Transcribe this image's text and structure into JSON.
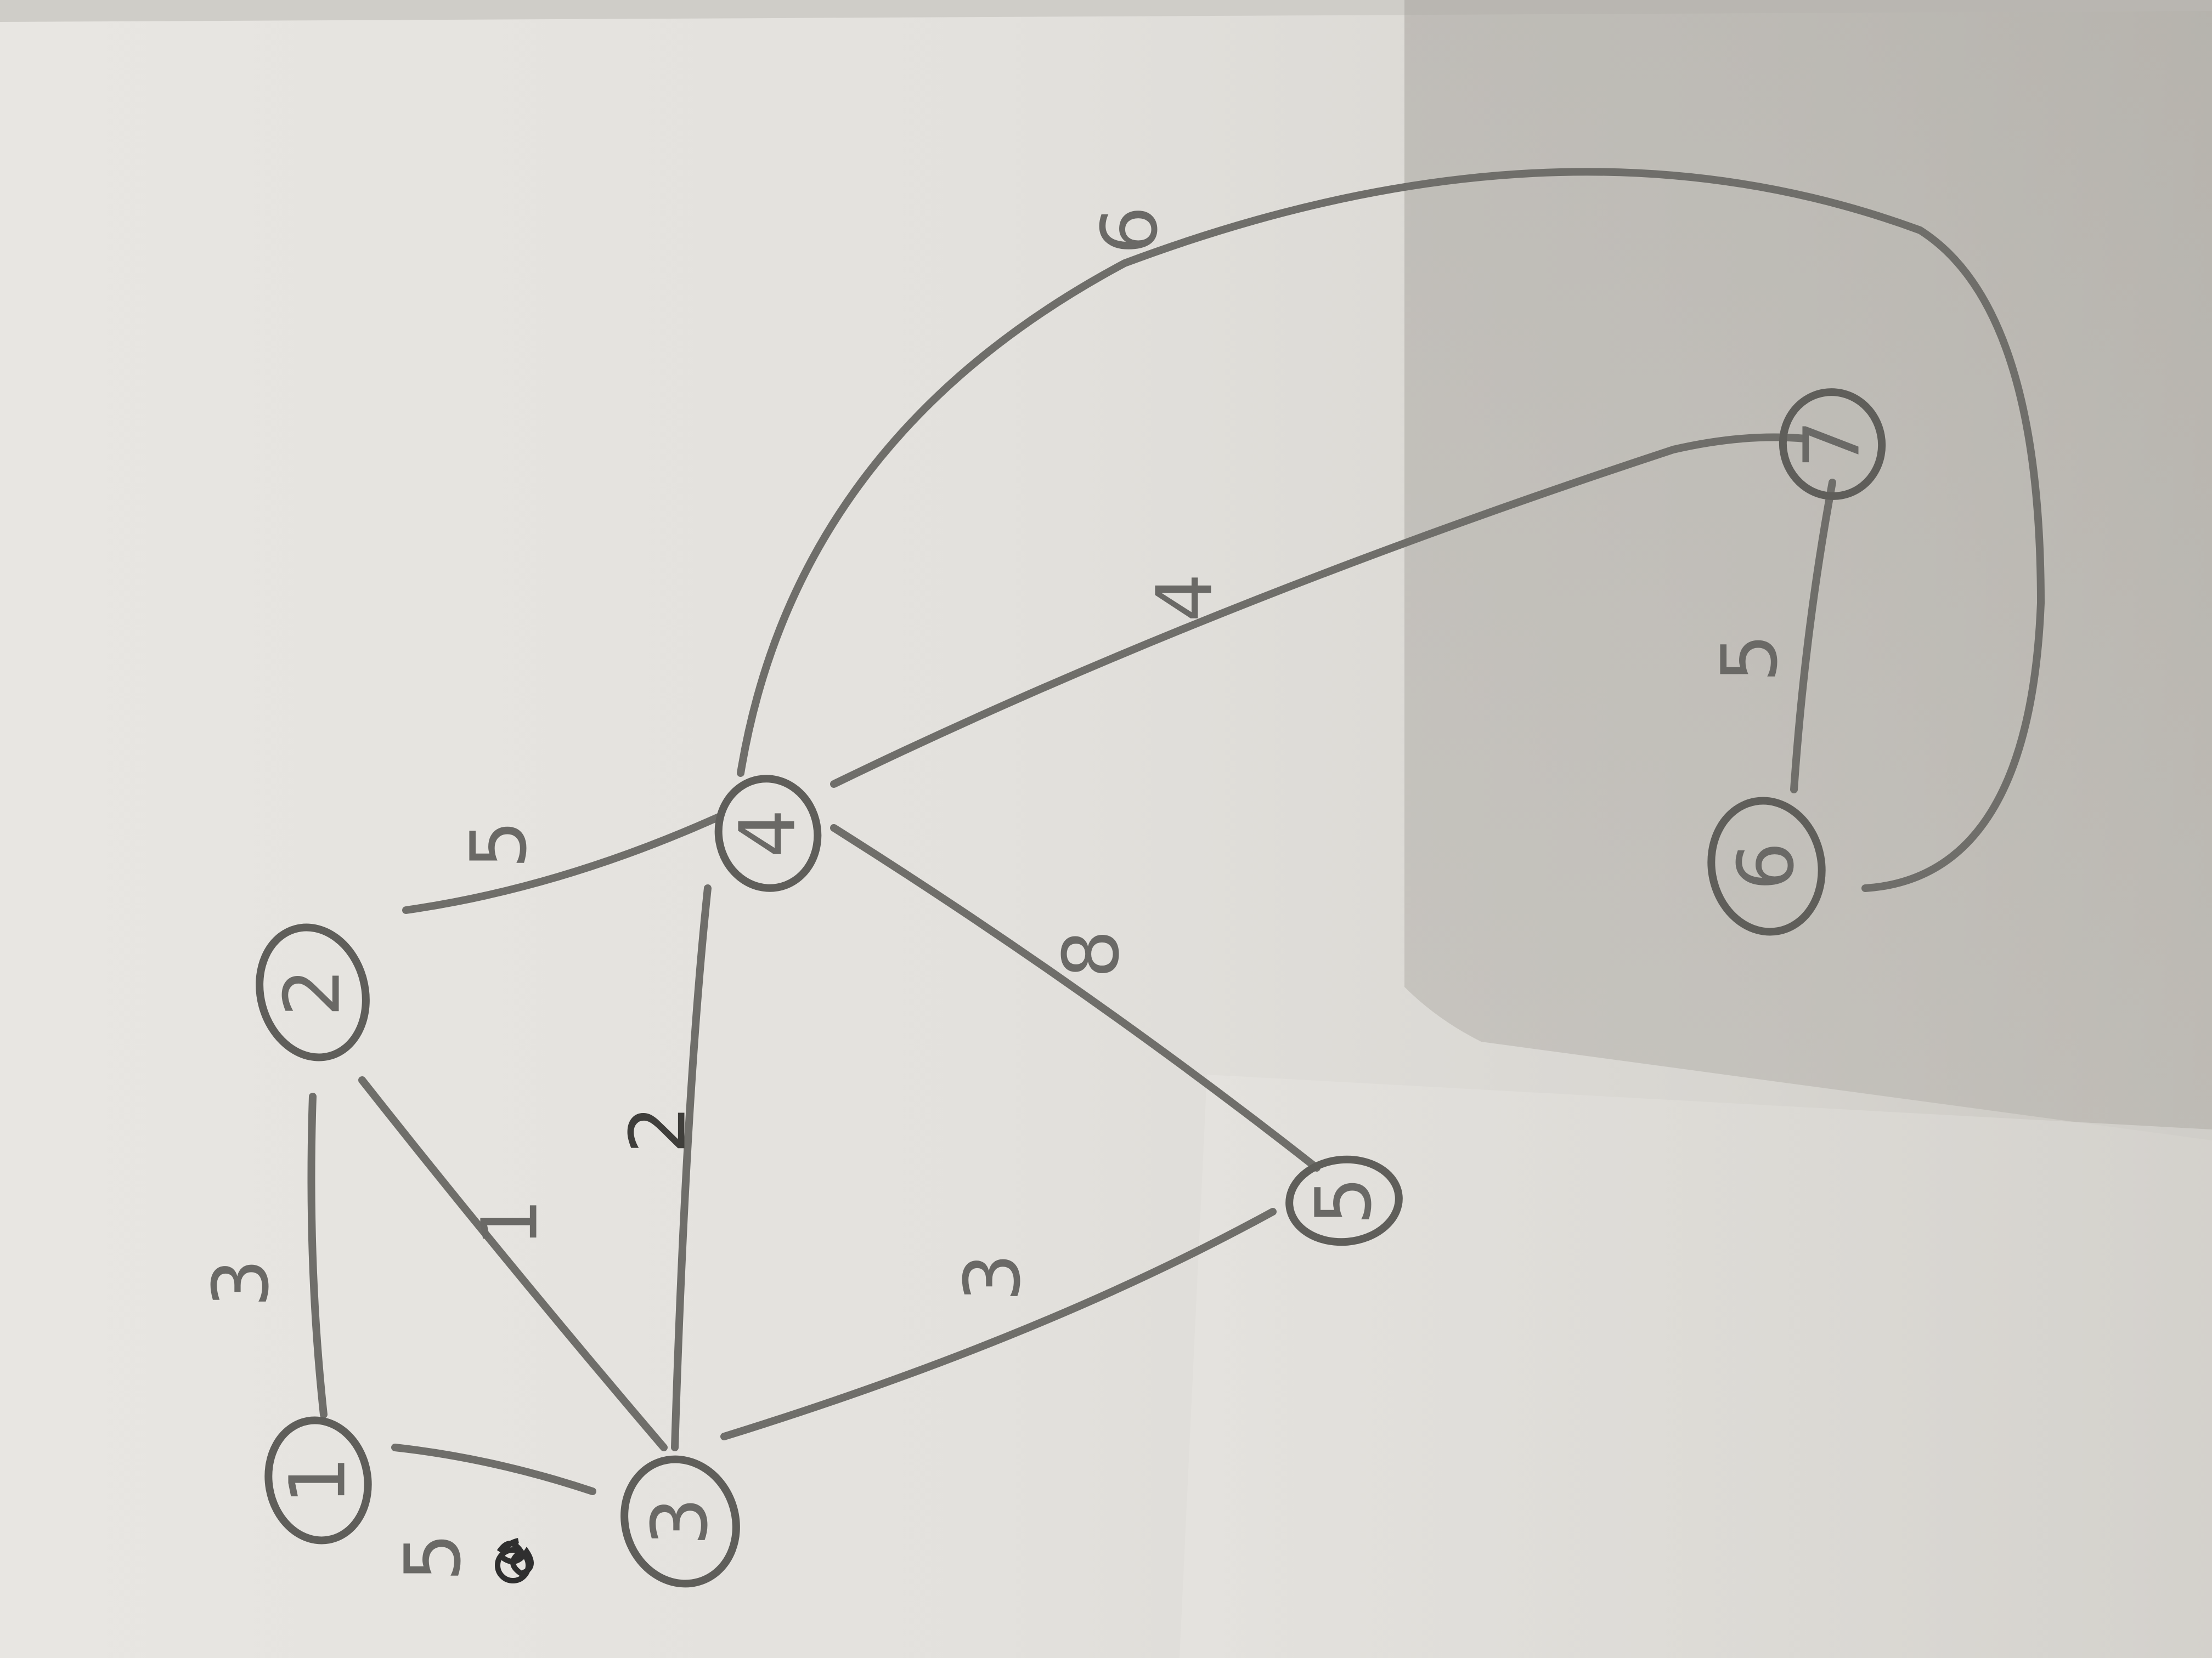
{
  "photo": {
    "subject": "handwritten-weighted-graph",
    "colors": {
      "paper_light": "#eceae6",
      "paper_mid": "#dcdad5",
      "paper_shadow": "#a6a39d",
      "backdrop_top": "#cfcdc8",
      "ink": "#6f6e6a",
      "ink_dark": "#3a3a3a"
    }
  },
  "graph": {
    "nodes": [
      {
        "id": "n1",
        "label": "1"
      },
      {
        "id": "n2",
        "label": "2"
      },
      {
        "id": "n3",
        "label": "3"
      },
      {
        "id": "n4",
        "label": "4"
      },
      {
        "id": "n5",
        "label": "5"
      },
      {
        "id": "n6",
        "label": "6"
      },
      {
        "id": "n7",
        "label": "7"
      }
    ],
    "edges": [
      {
        "id": "e13",
        "from": "n1",
        "to": "n3",
        "weight": "5"
      },
      {
        "id": "e12",
        "from": "n1",
        "to": "n2",
        "weight": "3"
      },
      {
        "id": "e23",
        "from": "n2",
        "to": "n3",
        "weight": "1"
      },
      {
        "id": "e34",
        "from": "n3",
        "to": "n4",
        "weight": "2"
      },
      {
        "id": "e24",
        "from": "n2",
        "to": "n4",
        "weight": "5"
      },
      {
        "id": "e35",
        "from": "n3",
        "to": "n5",
        "weight": "3"
      },
      {
        "id": "e45",
        "from": "n4",
        "to": "n5",
        "weight": "8"
      },
      {
        "id": "e47",
        "from": "n4",
        "to": "n7",
        "weight": "4"
      },
      {
        "id": "e46",
        "from": "n4",
        "to": "n6",
        "weight": "6"
      },
      {
        "id": "e67",
        "from": "n6",
        "to": "n7",
        "weight": "5"
      }
    ]
  }
}
